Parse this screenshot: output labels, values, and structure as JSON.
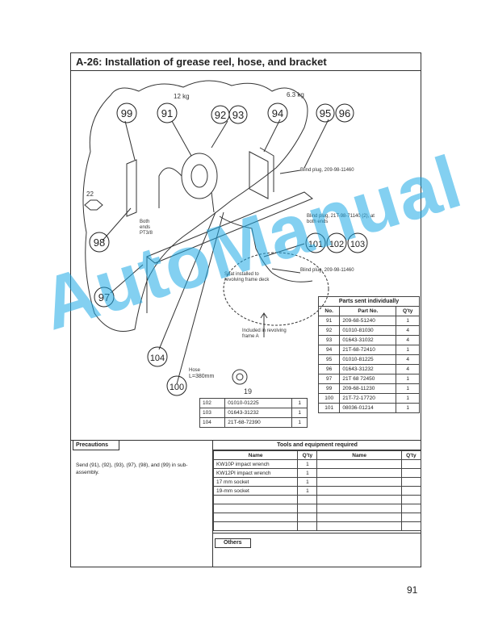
{
  "page": {
    "title": "A-26:  Installation of grease reel, hose, and bracket",
    "page_number": "91",
    "watermark": "AutoManual"
  },
  "diagram": {
    "callouts": [
      "99",
      "91",
      "92",
      "93",
      "94",
      "95",
      "96",
      "98",
      "97",
      "101",
      "102",
      "103",
      "104",
      "100"
    ],
    "weights": {
      "reel": "12 kg",
      "bracket": "6.3 kg"
    },
    "labels": {
      "blind_plug_1": "Blind plug, 209-98-11460",
      "blind_plug_2": "Blind plug, 21T-98-71140 (2), at both ends",
      "blind_plug_3": "Blind plug, 209-98-11460",
      "both_ends": "Both ends PT3/8",
      "seat": "Seat installed to revolving frame deck",
      "included": "Included in revolving frame A",
      "hose": "Hose",
      "hose_length": "L=380mm",
      "size_22": "22",
      "size_19": "19"
    }
  },
  "parts_table": {
    "caption": "Parts sent individually",
    "headers": [
      "No.",
      "Part No.",
      "Q'ty"
    ],
    "rows": [
      [
        "91",
        "209-68-51240",
        "1"
      ],
      [
        "92",
        "01010-81030",
        "4"
      ],
      [
        "93",
        "01643-31032",
        "4"
      ],
      [
        "94",
        "21T-68-72410",
        "1"
      ],
      [
        "95",
        "01010-81225",
        "4"
      ],
      [
        "96",
        "01643-31232",
        "4"
      ],
      [
        "97",
        "21T 68 72450",
        "1"
      ],
      [
        "99",
        "209-68-11230",
        "1"
      ],
      [
        "100",
        "21T-72-17720",
        "1"
      ],
      [
        "101",
        "08036-01214",
        "1"
      ]
    ]
  },
  "sub_table": {
    "rows": [
      [
        "102",
        "01010-01225",
        "1"
      ],
      [
        "103",
        "01643-31232",
        "1"
      ],
      [
        "104",
        "21T-68-72390",
        "1"
      ]
    ]
  },
  "precautions": {
    "label": "Precautions",
    "text": "Send (91), (92), (93), (97), (98), and (99) in sub-assembly."
  },
  "tools": {
    "title": "Tools and equipment required",
    "headers": [
      "Name",
      "Q'ty",
      "Name",
      "Q'ty"
    ],
    "rows": [
      [
        "KW10P impact wrench",
        "1",
        "",
        ""
      ],
      [
        "KW12PI impact wrench",
        "1",
        "",
        ""
      ],
      [
        "17 mm socket",
        "1",
        "",
        ""
      ],
      [
        "19-mm socket",
        "1",
        "",
        ""
      ],
      [
        "",
        "",
        "",
        ""
      ],
      [
        "",
        "",
        "",
        ""
      ],
      [
        "",
        "",
        "",
        ""
      ],
      [
        "",
        "",
        "",
        ""
      ]
    ],
    "others_label": "Others"
  }
}
